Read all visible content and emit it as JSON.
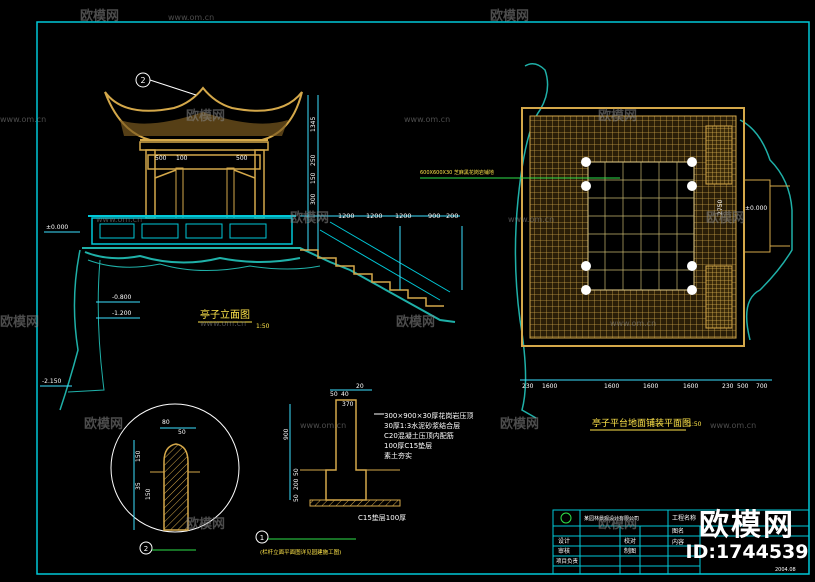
{
  "watermark": {
    "brand": "欧模网",
    "site": "www.om.cn"
  },
  "badge": {
    "brand": "欧模网",
    "id_label": "ID:1744539"
  },
  "elevation": {
    "title": "亭子立面图",
    "scale": "1:50",
    "top_dims": [
      "1200",
      "1200",
      "1200",
      "900",
      "200"
    ],
    "eave_dims": [
      "500",
      "100",
      "500"
    ],
    "left_levels": [
      "±0.000",
      "-0.800",
      "-1.200",
      "-2.150"
    ],
    "vert_dims": [
      "1345",
      "250",
      "150",
      "300"
    ],
    "callout_no": "2"
  },
  "plan": {
    "title": "亭子平台地面铺装平面图",
    "scale": "1:50",
    "leader_note": "600X600X30 芝麻黑花岗岩铺地",
    "bottom_dims": [
      "230",
      "1600",
      "1600",
      "1600",
      "1600",
      "230",
      "500",
      "700"
    ],
    "side_dims": [
      "2750",
      "±0.000"
    ]
  },
  "section": {
    "top_dims": [
      "20",
      "370",
      "40",
      "50"
    ],
    "layers": [
      "300×900×30厚花岗岩压顶",
      "30厚1:3水泥砂浆结合层",
      "C20混凝土压顶内配筋",
      "100厚C15垫层",
      "素土夯实"
    ],
    "left_dims": [
      "900",
      "50",
      "200",
      "50"
    ],
    "bottom_label": "C15垫层100厚",
    "note": "(栏杆立面平面图详见园建施工图)",
    "callout_no": "1"
  },
  "detail": {
    "dims": [
      "80",
      "150",
      "50",
      "35",
      "150"
    ],
    "callout_no": "2"
  },
  "title_block": {
    "company": "某园林景观设计有限公司",
    "project_label": "工程名称",
    "drawing_label": "图名",
    "content_label": "内容",
    "rows": [
      "设计",
      "审核",
      "项目负责"
    ],
    "right_rows": [
      "校对",
      "制图"
    ],
    "date": "2004.08"
  },
  "colors": {
    "frame": "#00c8d7",
    "outline": "#d4a84a",
    "grid": "#c8a046",
    "dim": "#3ce0ff",
    "leader": "#2ee04a",
    "terrain": "#1fb0a8",
    "text_yellow": "#ffe54a"
  }
}
